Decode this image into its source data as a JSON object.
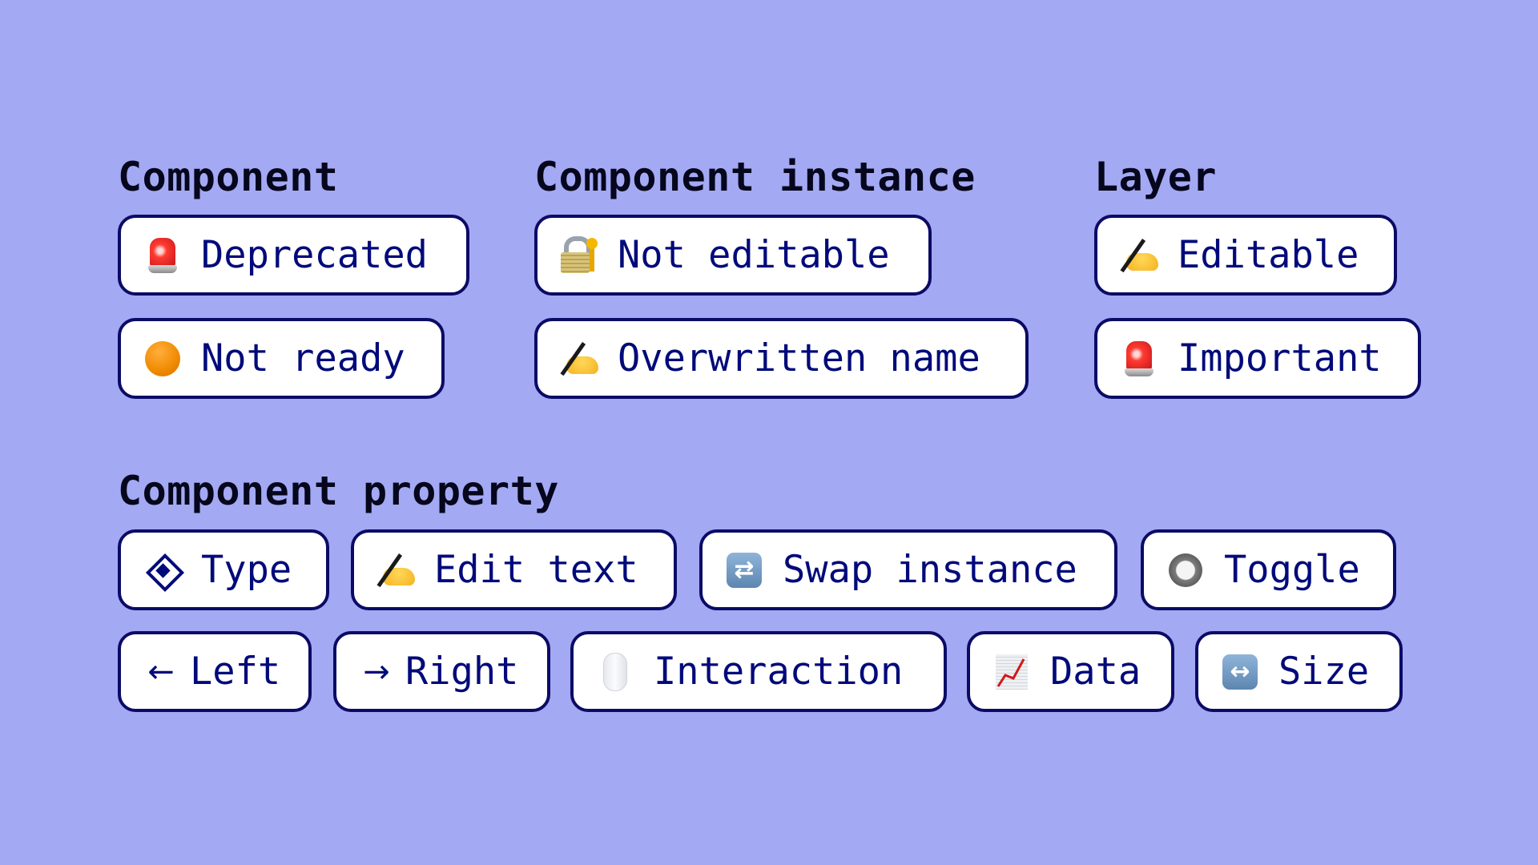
{
  "colors": {
    "background": "#a3a9f3",
    "chip_background": "#ffffff",
    "chip_border": "#0b0b66",
    "chip_text": "#000a7a",
    "heading_text": "#06061c"
  },
  "sections": {
    "component": {
      "title": "Component",
      "chips": [
        {
          "icon": "police-car-light-icon",
          "emoji": "🚨",
          "label": "Deprecated"
        },
        {
          "icon": "orange-circle-icon",
          "emoji": "🟠",
          "label": "Not ready"
        }
      ]
    },
    "component_instance": {
      "title": "Component instance",
      "chips": [
        {
          "icon": "lock-with-key-icon",
          "emoji": "🔐",
          "label": "Not editable"
        },
        {
          "icon": "writing-hand-icon",
          "emoji": "✍️",
          "label": "Overwritten name"
        }
      ]
    },
    "layer": {
      "title": "Layer",
      "chips": [
        {
          "icon": "writing-hand-icon",
          "emoji": "✍️",
          "label": "Editable"
        },
        {
          "icon": "police-car-light-icon",
          "emoji": "🚨",
          "label": "Important"
        }
      ]
    },
    "component_property": {
      "title": "Component property",
      "row1": [
        {
          "icon": "diamond-icon",
          "emoji": "◈",
          "label": "Type"
        },
        {
          "icon": "writing-hand-icon",
          "emoji": "✍️",
          "label": "Edit text"
        },
        {
          "icon": "repeat-icon",
          "emoji": "🔁",
          "label": "Swap instance"
        },
        {
          "icon": "radio-button-icon",
          "emoji": "🔘",
          "label": "Toggle"
        }
      ],
      "row2": [
        {
          "icon": "arrow-left-icon",
          "glyph": "←",
          "label": "Left"
        },
        {
          "icon": "arrow-right-icon",
          "glyph": "→",
          "label": "Right"
        },
        {
          "icon": "computer-mouse-icon",
          "emoji": "🖱️",
          "label": "Interaction"
        },
        {
          "icon": "chart-increasing-icon",
          "emoji": "📈",
          "label": "Data"
        },
        {
          "icon": "left-right-arrow-icon",
          "emoji": "↔️",
          "label": "Size"
        }
      ]
    }
  }
}
